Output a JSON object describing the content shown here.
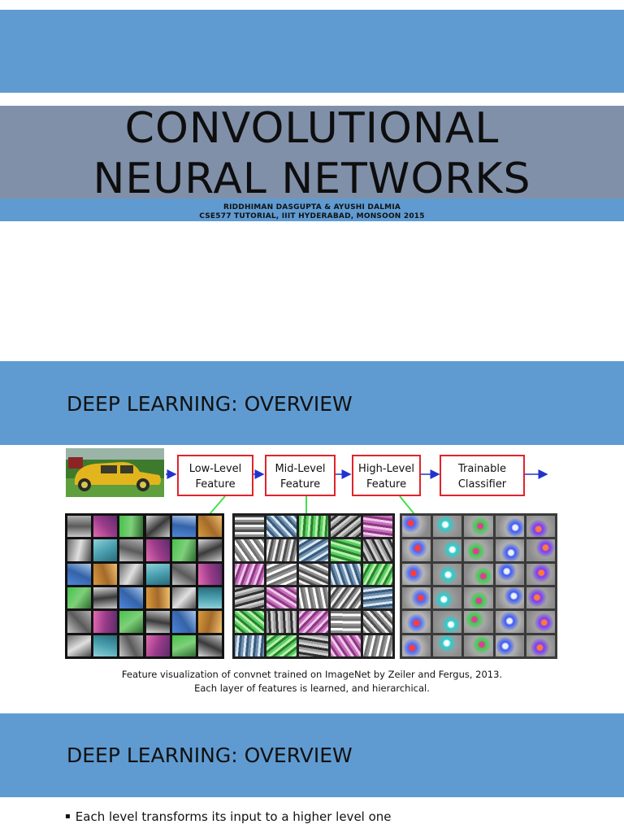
{
  "slide1": {
    "title_line1": "CONVOLUTIONAL",
    "title_line2": "NEURAL NETWORKS",
    "authors": "RIDDHIMAN DASGUPTA & AYUSHI DALMIA",
    "course": "CSE577 TUTORIAL, IIIT HYDERABAD, MONSOON 2015"
  },
  "slide2": {
    "title": "DEEP LEARNING: OVERVIEW",
    "diagram": {
      "boxes": [
        {
          "line1": "Low-Level",
          "line2": "Feature"
        },
        {
          "line1": "Mid-Level",
          "line2": "Feature"
        },
        {
          "line1": "High-Level",
          "line2": "Feature"
        },
        {
          "line1": "Trainable",
          "line2": "Classifier"
        }
      ]
    },
    "caption_line1": "Feature visualization of convnet trained on ImageNet by Zeiler and Fergus, 2013.",
    "caption_line2": "Each layer of features is learned, and hierarchical."
  },
  "slide3": {
    "title": "DEEP LEARNING: OVERVIEW",
    "bullets": [
      "Each level transforms its input to a higher level one"
    ]
  },
  "colors": {
    "band": "#5f9bd1",
    "title_block": "#8190a9",
    "box_border": "#e0242a",
    "arrow": "#2233cc",
    "connector": "#3ee24a"
  }
}
